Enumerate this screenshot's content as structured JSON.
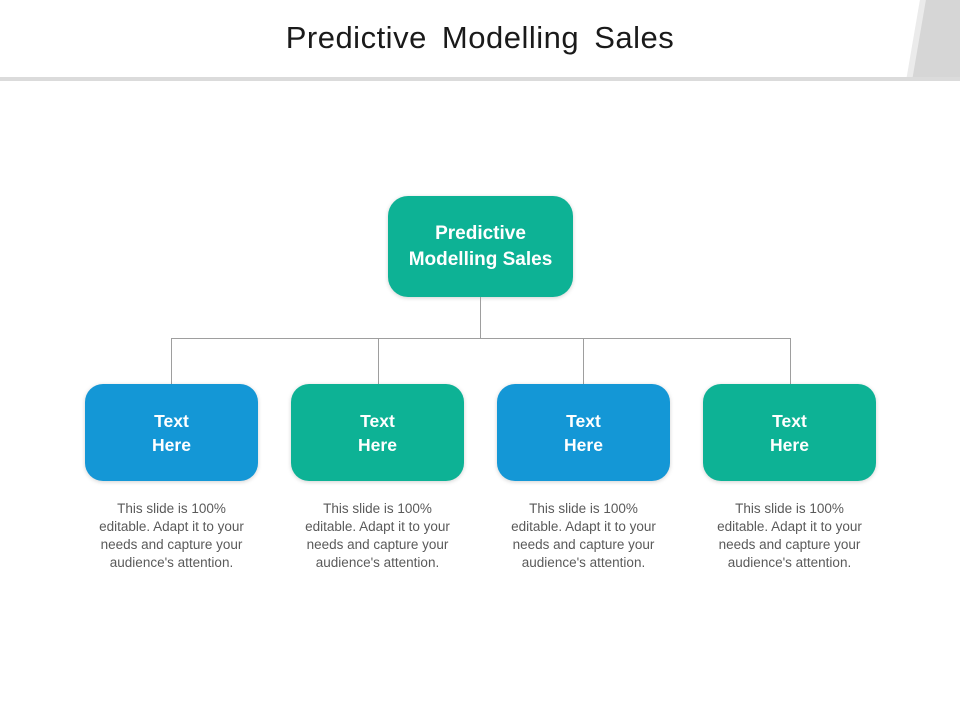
{
  "slide": {
    "title": "Predictive Modelling Sales"
  },
  "colors": {
    "teal": "#0DB295",
    "blue": "#1497D6",
    "connector": "#9E9E9E",
    "divider": "#DBDBDB",
    "corner_accent": "#D6D6D6",
    "corner_accent_light": "#EBEBEB",
    "title_text": "#1A1A1A",
    "description_text": "#5A5A5A",
    "node_text": "#FFFFFF"
  },
  "hierarchy": {
    "root": {
      "label": "Predictive\nModelling Sales",
      "color": "#0DB295"
    },
    "children": [
      {
        "label": "Text\nHere",
        "color": "#1497D6",
        "description": "This slide is 100%\neditable. Adapt it to your\nneeds and capture your\naudience's attention."
      },
      {
        "label": "Text\nHere",
        "color": "#0DB295",
        "description": "This slide is 100%\neditable. Adapt it to your\nneeds and capture your\naudience's attention."
      },
      {
        "label": "Text\nHere",
        "color": "#1497D6",
        "description": "This slide is 100%\neditable. Adapt it to your\nneeds and capture your\naudience's attention."
      },
      {
        "label": "Text\nHere",
        "color": "#0DB295",
        "description": "This slide is 100%\neditable. Adapt it to your\nneeds and capture your\naudience's attention."
      }
    ]
  }
}
